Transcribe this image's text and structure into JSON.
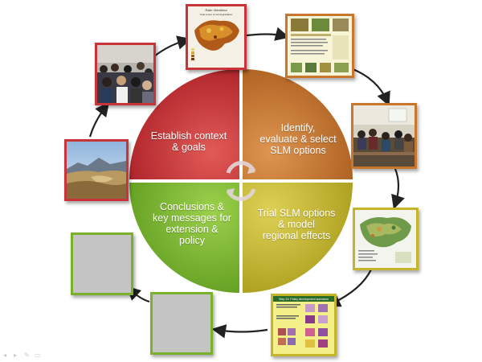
{
  "colors": {
    "red": "#c8343a",
    "orange": "#c9772c",
    "green": "#7ab02c",
    "olive": "#c5b52a",
    "arrow": "#222222",
    "center_icon": "#d8c8cc"
  },
  "quadrants": {
    "top_left": "Establish context\n& goals",
    "top_right": "Identify,\nevaluate & select\nSLM options",
    "bottom_left": "Conclusions &\nkey messages for\nextension &\npolicy",
    "bottom_right": "Trial SLM options\n& model\nregional effects"
  },
  "photos": {
    "map_title": "Rate: Mendima",
    "map_subtitle": "Total extent of soil degradation",
    "poster_title": "Step 13: Policy development scenarios"
  },
  "icons": [
    "cycle-arrows-icon",
    "prev-slide-icon",
    "next-slide-icon",
    "pen-icon",
    "menu-icon"
  ]
}
